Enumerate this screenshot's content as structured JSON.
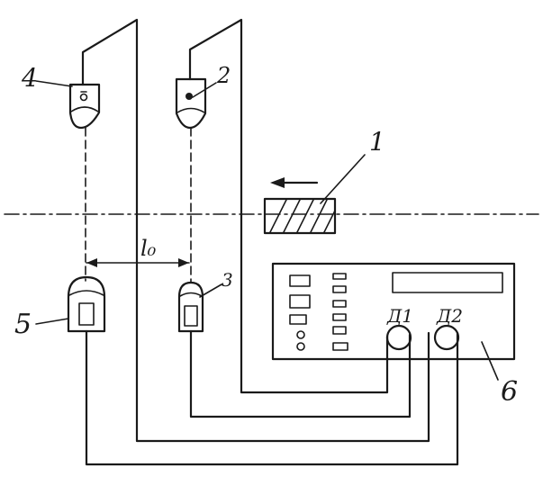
{
  "labels": {
    "object": "1",
    "receiver_2": "2",
    "receiver_3": "3",
    "emitter_4": "4",
    "emitter_5": "5",
    "instrument": "6",
    "base_distance": "l₀",
    "input_1": "Д1",
    "input_2": "Д2"
  },
  "icons": {
    "motion_arrow": "arrow-left-icon"
  }
}
